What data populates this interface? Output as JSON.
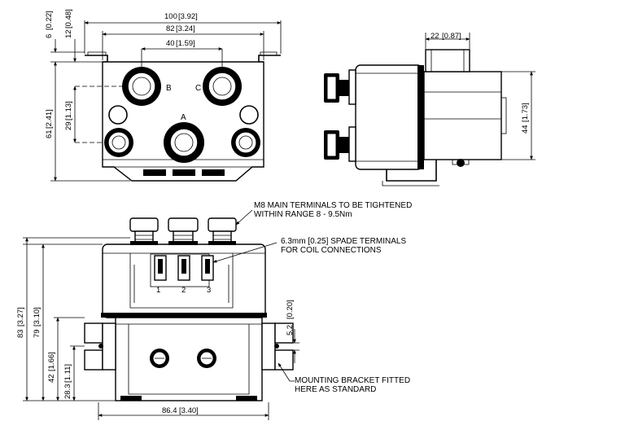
{
  "dims_mm": {
    "overall_width": "100",
    "inner_width": "82",
    "terminal_pitch": "40",
    "bracket_thickness": "6",
    "bracket_offset": "12",
    "body_height_top": "61",
    "terminal_offset": "29",
    "side_depth": "22",
    "side_height": "44",
    "front_height_total": "83",
    "front_height_body": "79",
    "bracket_height": "42",
    "bracket_hole_height": "28.3",
    "front_width": "86.4",
    "slot_width": "5.2"
  },
  "dims_in": {
    "overall_width": "3.92",
    "inner_width": "3.24",
    "terminal_pitch": "1.59",
    "bracket_thickness": "0.22",
    "bracket_offset": "0.48",
    "body_height_top": "2.41",
    "terminal_offset": "1.13",
    "side_depth": "0.87",
    "side_height": "1.73",
    "front_height_total": "3.27",
    "front_height_body": "3.10",
    "bracket_height": "1.66",
    "bracket_hole_height": "1.11",
    "front_width": "3.40",
    "slot_width": "0.20"
  },
  "terminal_labels": {
    "a": "A",
    "b": "B",
    "c": "C"
  },
  "spade_labels": [
    "1",
    "2",
    "3"
  ],
  "notes": {
    "m8_line1": "M8 MAIN TERMINALS TO BE TIGHTENED",
    "m8_line2": "WITHIN RANGE 8 - 9.5Nm",
    "spade_line1": "6.3mm [0.25] SPADE TERMINALS",
    "spade_line2": "FOR COIL CONNECTIONS",
    "bracket_line1": "MOUNTING BRACKET FITTED",
    "bracket_line2": "HERE AS STANDARD"
  },
  "colors": {
    "line": "#000000",
    "background": "#ffffff"
  }
}
